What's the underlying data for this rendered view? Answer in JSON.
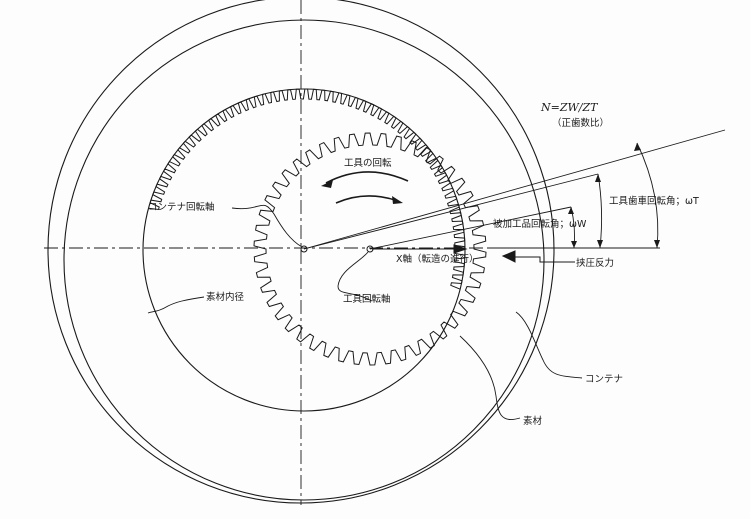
{
  "labels": {
    "equation": "N=ZW/ZT",
    "equation_note": "（正歯数比）",
    "tool_rotation": "工具の回転",
    "container_axis": "コンテナ回転軸",
    "tool_gear_angle": "工具歯車回転角；ωT",
    "workpiece_angle": "被加工品回転角；ωW",
    "x_axis": "X軸（転造の進行）",
    "clamp_reaction": "挟圧反力",
    "tool_axis": "工具回転軸",
    "blank_inner_diameter": "素材内径",
    "container": "コンテナ",
    "blank": "素材"
  },
  "colors": {
    "line": "#1a1a1a",
    "paper": "#fdfdfd"
  }
}
